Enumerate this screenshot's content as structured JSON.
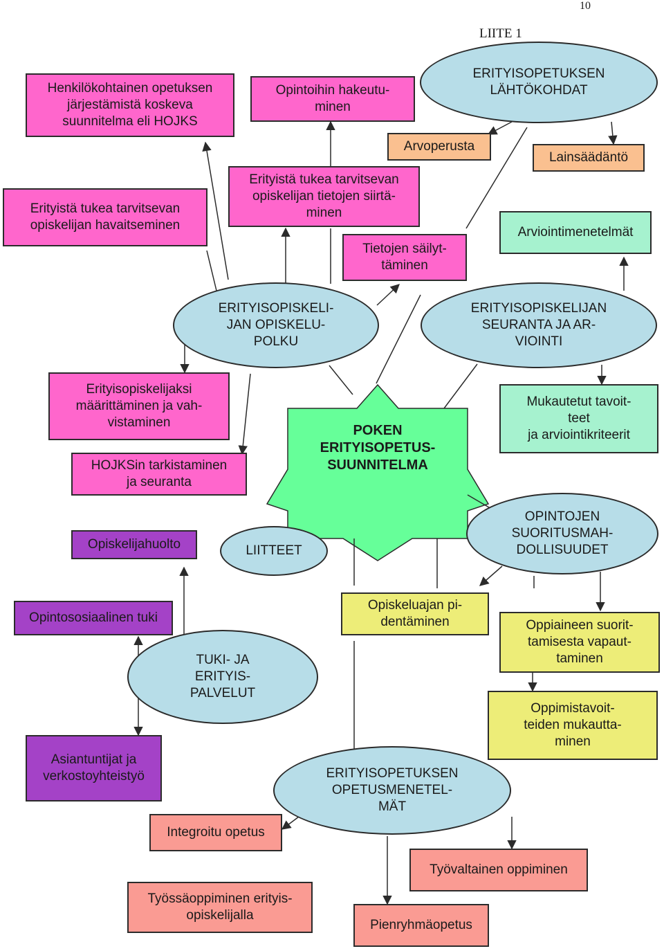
{
  "page_number": "10",
  "appendix": "LIITE 1",
  "center": {
    "label": "POKEN\nERITYISOPETUS-\nSUUNNITELMA"
  },
  "ellipses": {
    "lahtokohdat": "ERITYISOPETUKSEN\nLÄHTÖKOHDAT",
    "opiskelupolku": "ERITYISOPISKELI-\nJAN OPISKELU-\nPOLKU",
    "seuranta": "ERITYISOPISKELIJAN\nSEURANTA JA AR-\nVIOINTI",
    "liitteet": "LIITTEET",
    "suoritusmahdollisuudet": "OPINTOJEN\nSUORITUSMAH-\nDOLLISUUDET",
    "tukipalvelut": "TUKI- JA\nERITYIS-\nPALVELUT",
    "opetusmenetelmat": "ERITYISOPETUKSEN\nOPETUSMENETEL-\nMÄT"
  },
  "boxes": {
    "hojks": "Henkilökohtainen opetuksen\njärjestämistä koskeva\nsuunnitelma eli HOJKS",
    "hakeutuminen": "Opintoihin hakeutu-\nminen",
    "arvoperusta": "Arvoperusta",
    "lainsaadanto": "Lainsäädäntö",
    "havaitseminen": "Erityistä tukea tarvitsevan\nopiskelijan havaitseminen",
    "siirtaminen": "Erityistä tukea tarvitsevan\nopiskelijan tietojen siirtä-\nminen",
    "sailyttaminen": "Tietojen säilyt-\ntäminen",
    "arviointimenetelmat": "Arviointimenetelmät",
    "maarittaminen": "Erityisopiskelijaksi\nmäärittäminen ja vah-\nvistaminen",
    "tarkistaminen": "HOJKSin tarkistaminen\nja seuranta",
    "mukautetut": "Mukautetut tavoit-\nteet\nja arviointikriteerit",
    "opiskelijahuolto": "Opiskelijahuolto",
    "opintososiaalinen": "Opintososiaalinen tuki",
    "pidentaminen": "Opiskeluajan pi-\ndentäminen",
    "vapauttaminen": "Oppiaineen suorit-\ntamisesta vapaut-\ntaminen",
    "mukauttaminen": "Oppimistavoit-\nteiden mukautta-\nminen",
    "asiantuntijat": "Asiantuntijat ja\nverkostoyhteistyö",
    "integroitu": "Integroitu opetus",
    "tyovaltainen": "Työvaltainen oppiminen",
    "tyossaoppiminen": "Työssäoppiminen erityis-\nopiskelijalla",
    "pienryhma": "Pienryhmäopetus"
  }
}
